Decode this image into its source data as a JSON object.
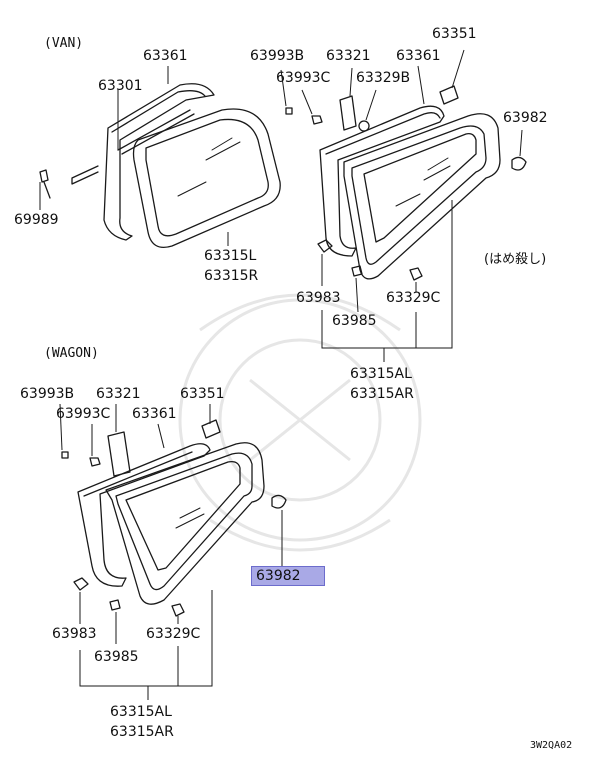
{
  "van": {
    "section_label": "(VAN)",
    "note": "(はめ殺し)",
    "labels": {
      "p63361_a": "63361",
      "p63301": "63301",
      "p69989": "69989",
      "p63315l": "63315L",
      "p63315r": "63315R",
      "p63993b": "63993B",
      "p63321": "63321",
      "p63361_b": "63361",
      "p63351": "63351",
      "p63993c": "63993C",
      "p63329b": "63329B",
      "p63982": "63982",
      "p63983": "63983",
      "p63329c": "63329C",
      "p63985": "63985",
      "p63315al": "63315AL",
      "p63315ar": "63315AR"
    }
  },
  "wagon": {
    "section_label": "(WAGON)",
    "labels": {
      "p63993b": "63993B",
      "p63321": "63321",
      "p63351": "63351",
      "p63993c": "63993C",
      "p63361": "63361",
      "p63982": "63982",
      "p63983": "63983",
      "p63329c": "63329C",
      "p63985": "63985",
      "p63315al": "63315AL",
      "p63315ar": "63315AR"
    }
  },
  "highlighted_part": "63982",
  "diagram_code": "3W2QA02",
  "colors": {
    "line": "#1a1a1a",
    "highlight": "#a9a9e6",
    "watermark": "#e6e6e6"
  }
}
